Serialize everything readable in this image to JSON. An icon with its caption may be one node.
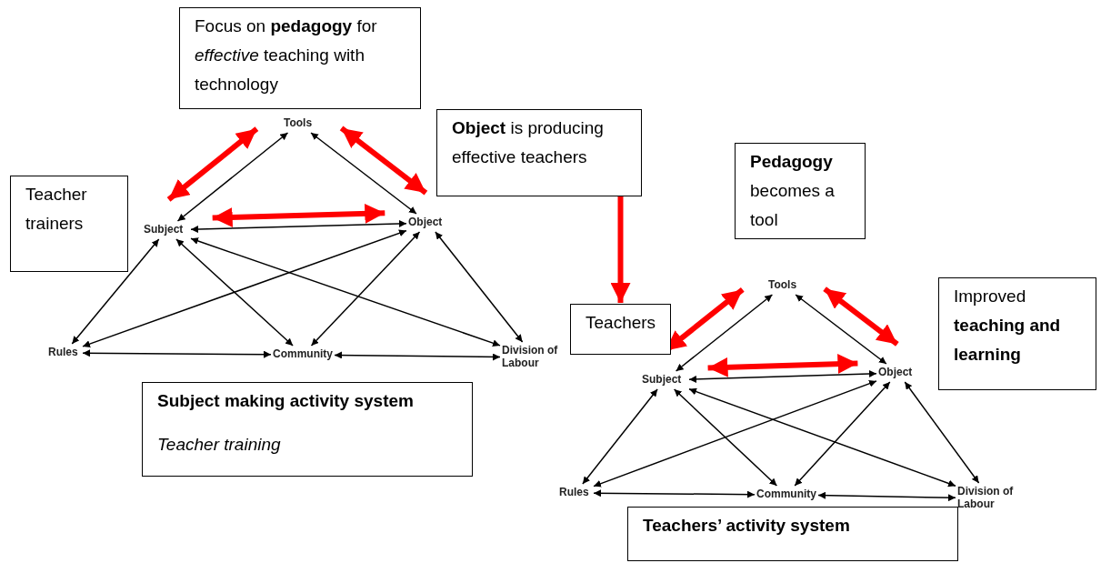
{
  "diagram": {
    "nodes": [
      {
        "text": [
          "Focus on **pedagogy** for *effective* teaching with technology"
        ]
      },
      {
        "text": [
          "Teacher trainers"
        ]
      },
      {
        "text": [
          "Tools"
        ]
      },
      {
        "text": [
          "Subject"
        ]
      },
      {
        "text": [
          "Object"
        ]
      },
      {
        "text": [
          "Rules"
        ]
      },
      {
        "text": [
          "Community"
        ]
      },
      {
        "text": [
          "Division of Labour"
        ]
      },
      {
        "text": [
          "Subject making activity system",
          "Teacher training"
        ]
      },
      {
        "text": [
          "**Object** is producing effective teachers"
        ]
      },
      {
        "text": [
          "**Pedagogy** becomes a tool"
        ]
      },
      {
        "text": [
          "Teachers"
        ]
      },
      {
        "text": [
          "Improved **teaching and learning**"
        ]
      },
      {
        "text": [
          "Tools"
        ]
      },
      {
        "text": [
          "Subject"
        ]
      },
      {
        "text": [
          "Object"
        ]
      },
      {
        "text": [
          "Rules"
        ]
      },
      {
        "text": [
          "Community"
        ]
      },
      {
        "text": [
          "Division of Labour"
        ]
      },
      {
        "text": [
          "Teachers’ activity system"
        ]
      }
    ],
    "edges": [
      {
        "from": 2,
        "to": 3,
        "arrow": "both",
        "style": "thick",
        "color": "#ff0000"
      },
      {
        "from": 2,
        "to": 4,
        "arrow": "both",
        "style": "thick",
        "color": "#ff0000"
      },
      {
        "from": 3,
        "to": 4,
        "arrow": "both",
        "style": "thick",
        "color": "#ff0000"
      },
      {
        "from": 2,
        "to": 3,
        "arrow": "both"
      },
      {
        "from": 2,
        "to": 4,
        "arrow": "both"
      },
      {
        "from": 3,
        "to": 4,
        "arrow": "both"
      },
      {
        "from": 3,
        "to": 5,
        "arrow": "both"
      },
      {
        "from": 3,
        "to": 6,
        "arrow": "both"
      },
      {
        "from": 3,
        "to": 7,
        "arrow": "both"
      },
      {
        "from": 4,
        "to": 5,
        "arrow": "both"
      },
      {
        "from": 4,
        "to": 6,
        "arrow": "both"
      },
      {
        "from": 4,
        "to": 7,
        "arrow": "both"
      },
      {
        "from": 5,
        "to": 6,
        "arrow": "both"
      },
      {
        "from": 6,
        "to": 7,
        "arrow": "both"
      },
      {
        "from": 9,
        "to": 11,
        "arrow": "to",
        "style": "thick",
        "color": "#ff0000"
      },
      {
        "from": 13,
        "to": 14,
        "arrow": "both",
        "style": "thick",
        "color": "#ff0000"
      },
      {
        "from": 13,
        "to": 15,
        "arrow": "both",
        "style": "thick",
        "color": "#ff0000"
      },
      {
        "from": 14,
        "to": 15,
        "arrow": "both",
        "style": "thick",
        "color": "#ff0000"
      },
      {
        "from": 13,
        "to": 14,
        "arrow": "both"
      },
      {
        "from": 13,
        "to": 15,
        "arrow": "both"
      },
      {
        "from": 14,
        "to": 15,
        "arrow": "both"
      },
      {
        "from": 14,
        "to": 16,
        "arrow": "both"
      },
      {
        "from": 14,
        "to": 17,
        "arrow": "both"
      },
      {
        "from": 14,
        "to": 18,
        "arrow": "both"
      },
      {
        "from": 15,
        "to": 16,
        "arrow": "both"
      },
      {
        "from": 15,
        "to": 17,
        "arrow": "both"
      },
      {
        "from": 15,
        "to": 18,
        "arrow": "both"
      },
      {
        "from": 16,
        "to": 17,
        "arrow": "both"
      },
      {
        "from": 17,
        "to": 18,
        "arrow": "both"
      }
    ]
  }
}
